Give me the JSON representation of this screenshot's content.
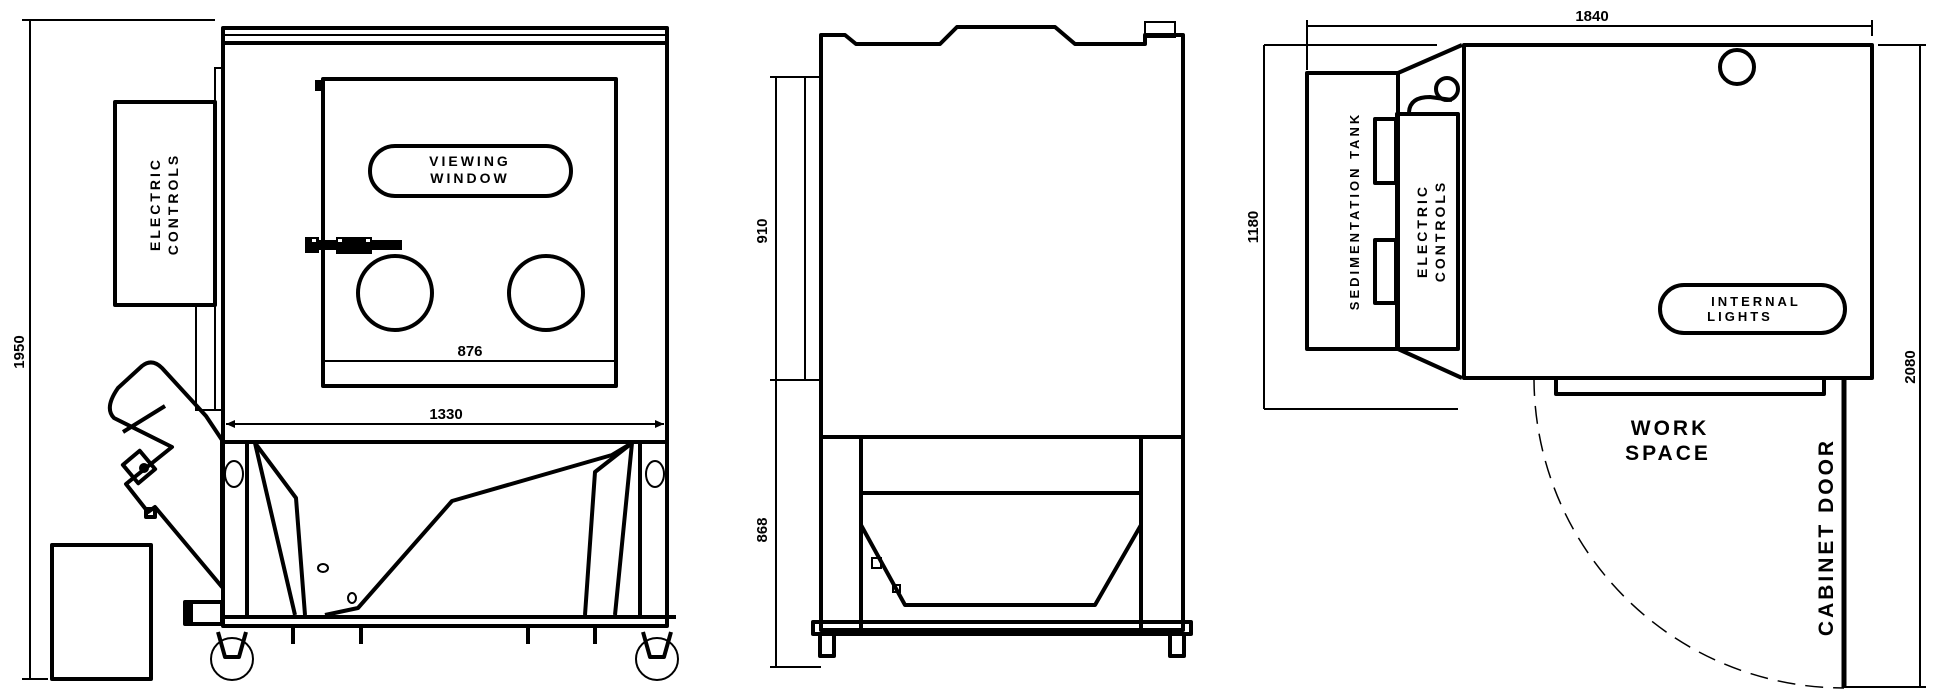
{
  "front_view": {
    "height_dim": "1950",
    "width_dim": "1330",
    "door_width_dim": "876",
    "viewing_window": [
      "VIEWING",
      "WINDOW"
    ],
    "electric_controls": [
      "ELECTRIC",
      "CONTROLS"
    ]
  },
  "side_view": {
    "upper_dim": "910",
    "lower_dim": "868"
  },
  "plan_view": {
    "width_dim": "1840",
    "depth_dim": "1180",
    "overall_dim": "2080",
    "sedimentation_tank": "SEDIMENTATION TANK",
    "electric_controls": [
      "ELECTRIC",
      "CONTROLS"
    ],
    "internal_lights": [
      "INTERNAL",
      "LIGHTS"
    ],
    "work_space": [
      "WORK",
      "SPACE"
    ],
    "cabinet_door": "CABINET DOOR"
  }
}
